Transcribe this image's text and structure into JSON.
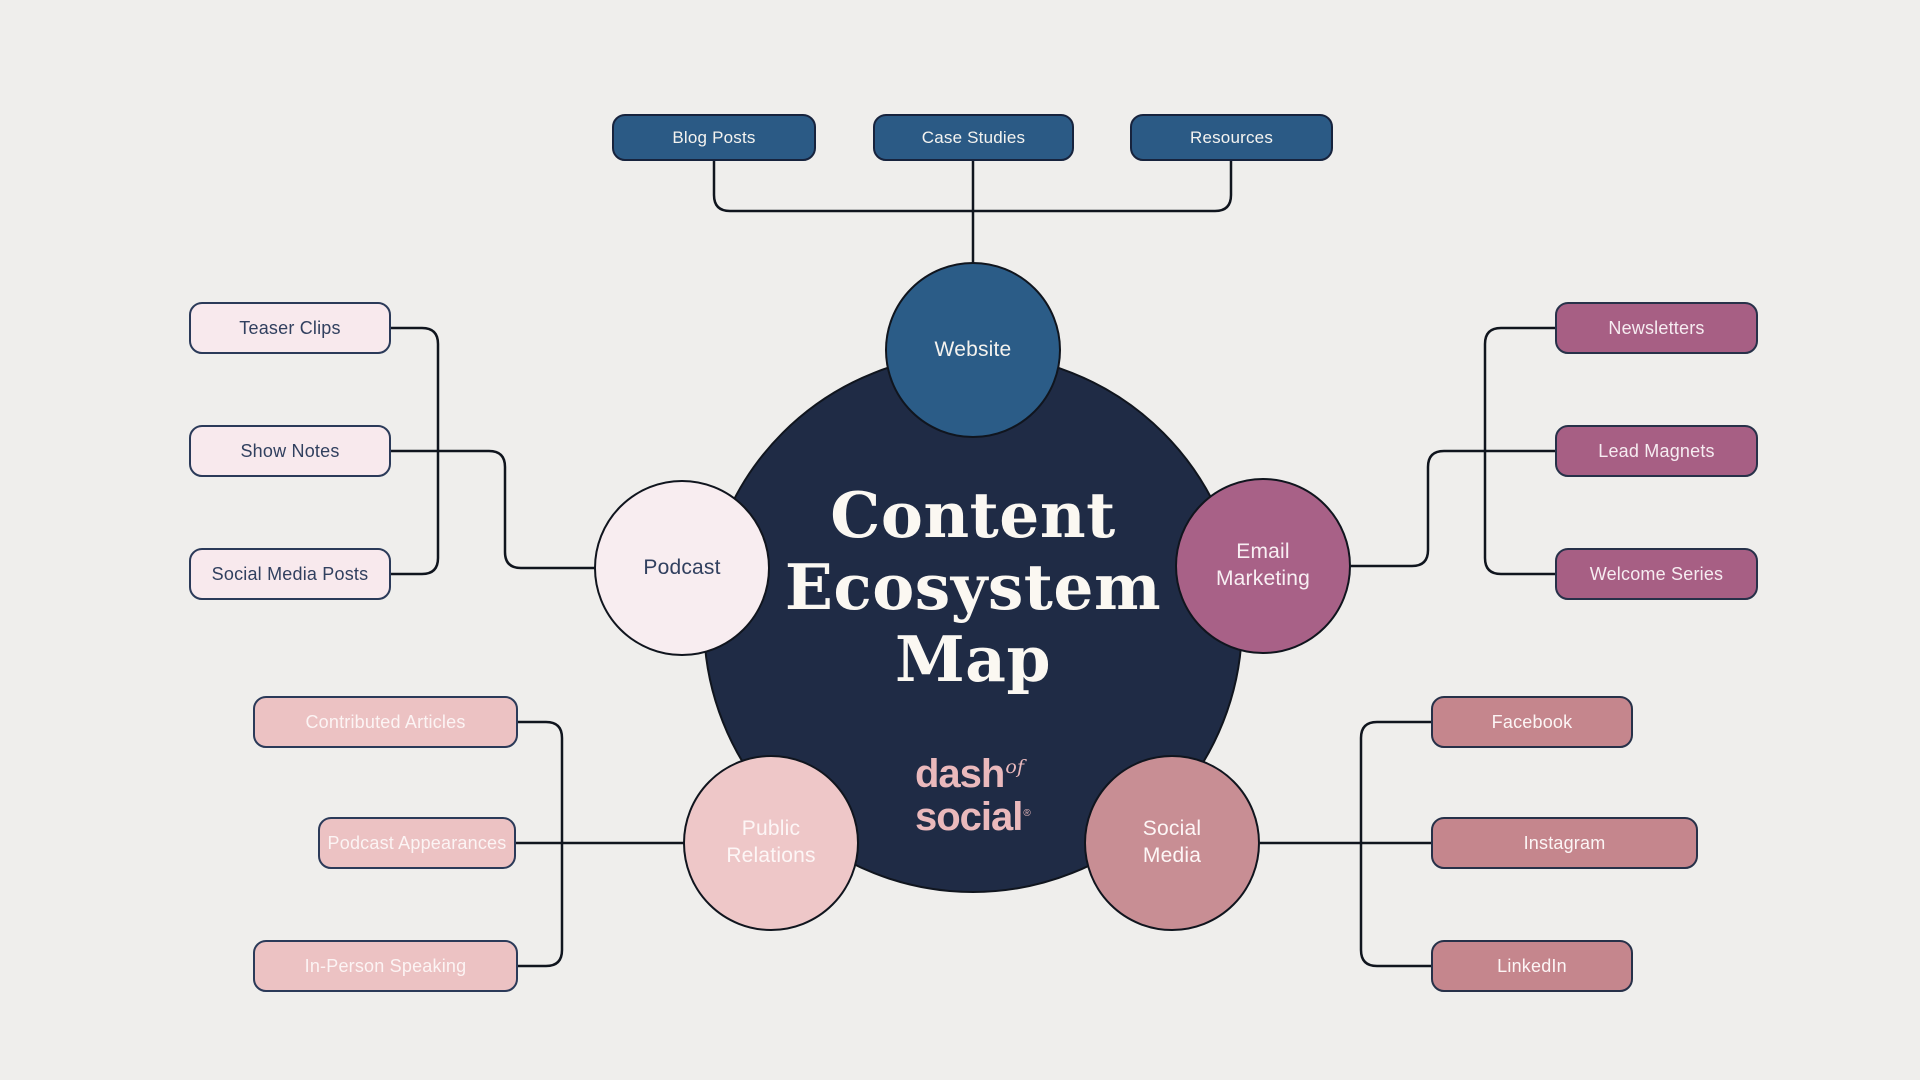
{
  "canvas": {
    "background": "#efeeec",
    "connector_color": "#10151e"
  },
  "center": {
    "title_lines": [
      "Content",
      "Ecosystem",
      "Map"
    ],
    "fill": "#1f2b45",
    "title_color": "#fbf8f2",
    "logo": {
      "word1": "dash",
      "word2": "of",
      "word3": "social",
      "registered": "®",
      "color": "#eab9bc"
    }
  },
  "nodes": {
    "website": {
      "label": "Website",
      "fill": "#2b5c87"
    },
    "podcast": {
      "label": "Podcast",
      "fill": "#f8edf0"
    },
    "email": {
      "line1": "Email",
      "line2": "Marketing",
      "fill": "#a86187"
    },
    "pr": {
      "line1": "Public",
      "line2": "Relations",
      "fill": "#eec7c8"
    },
    "social": {
      "line1": "Social",
      "line2": "Media",
      "fill": "#c88e94"
    }
  },
  "leaves": {
    "website": [
      "Blog Posts",
      "Case Studies",
      "Resources"
    ],
    "podcast": [
      "Teaser Clips",
      "Show Notes",
      "Social Media Posts"
    ],
    "email": [
      "Newsletters",
      "Lead Magnets",
      "Welcome Series"
    ],
    "pr": [
      "Contributed Articles",
      "Podcast Appearances",
      "In-Person Speaking"
    ],
    "social": [
      "Facebook",
      "Instagram",
      "LinkedIn"
    ]
  },
  "leaf_colors": {
    "website": "#2b5a85",
    "podcast": "#f8e9ed",
    "email": "#a75f84",
    "pr": "#ecc2c3",
    "social": "#c5868d"
  }
}
